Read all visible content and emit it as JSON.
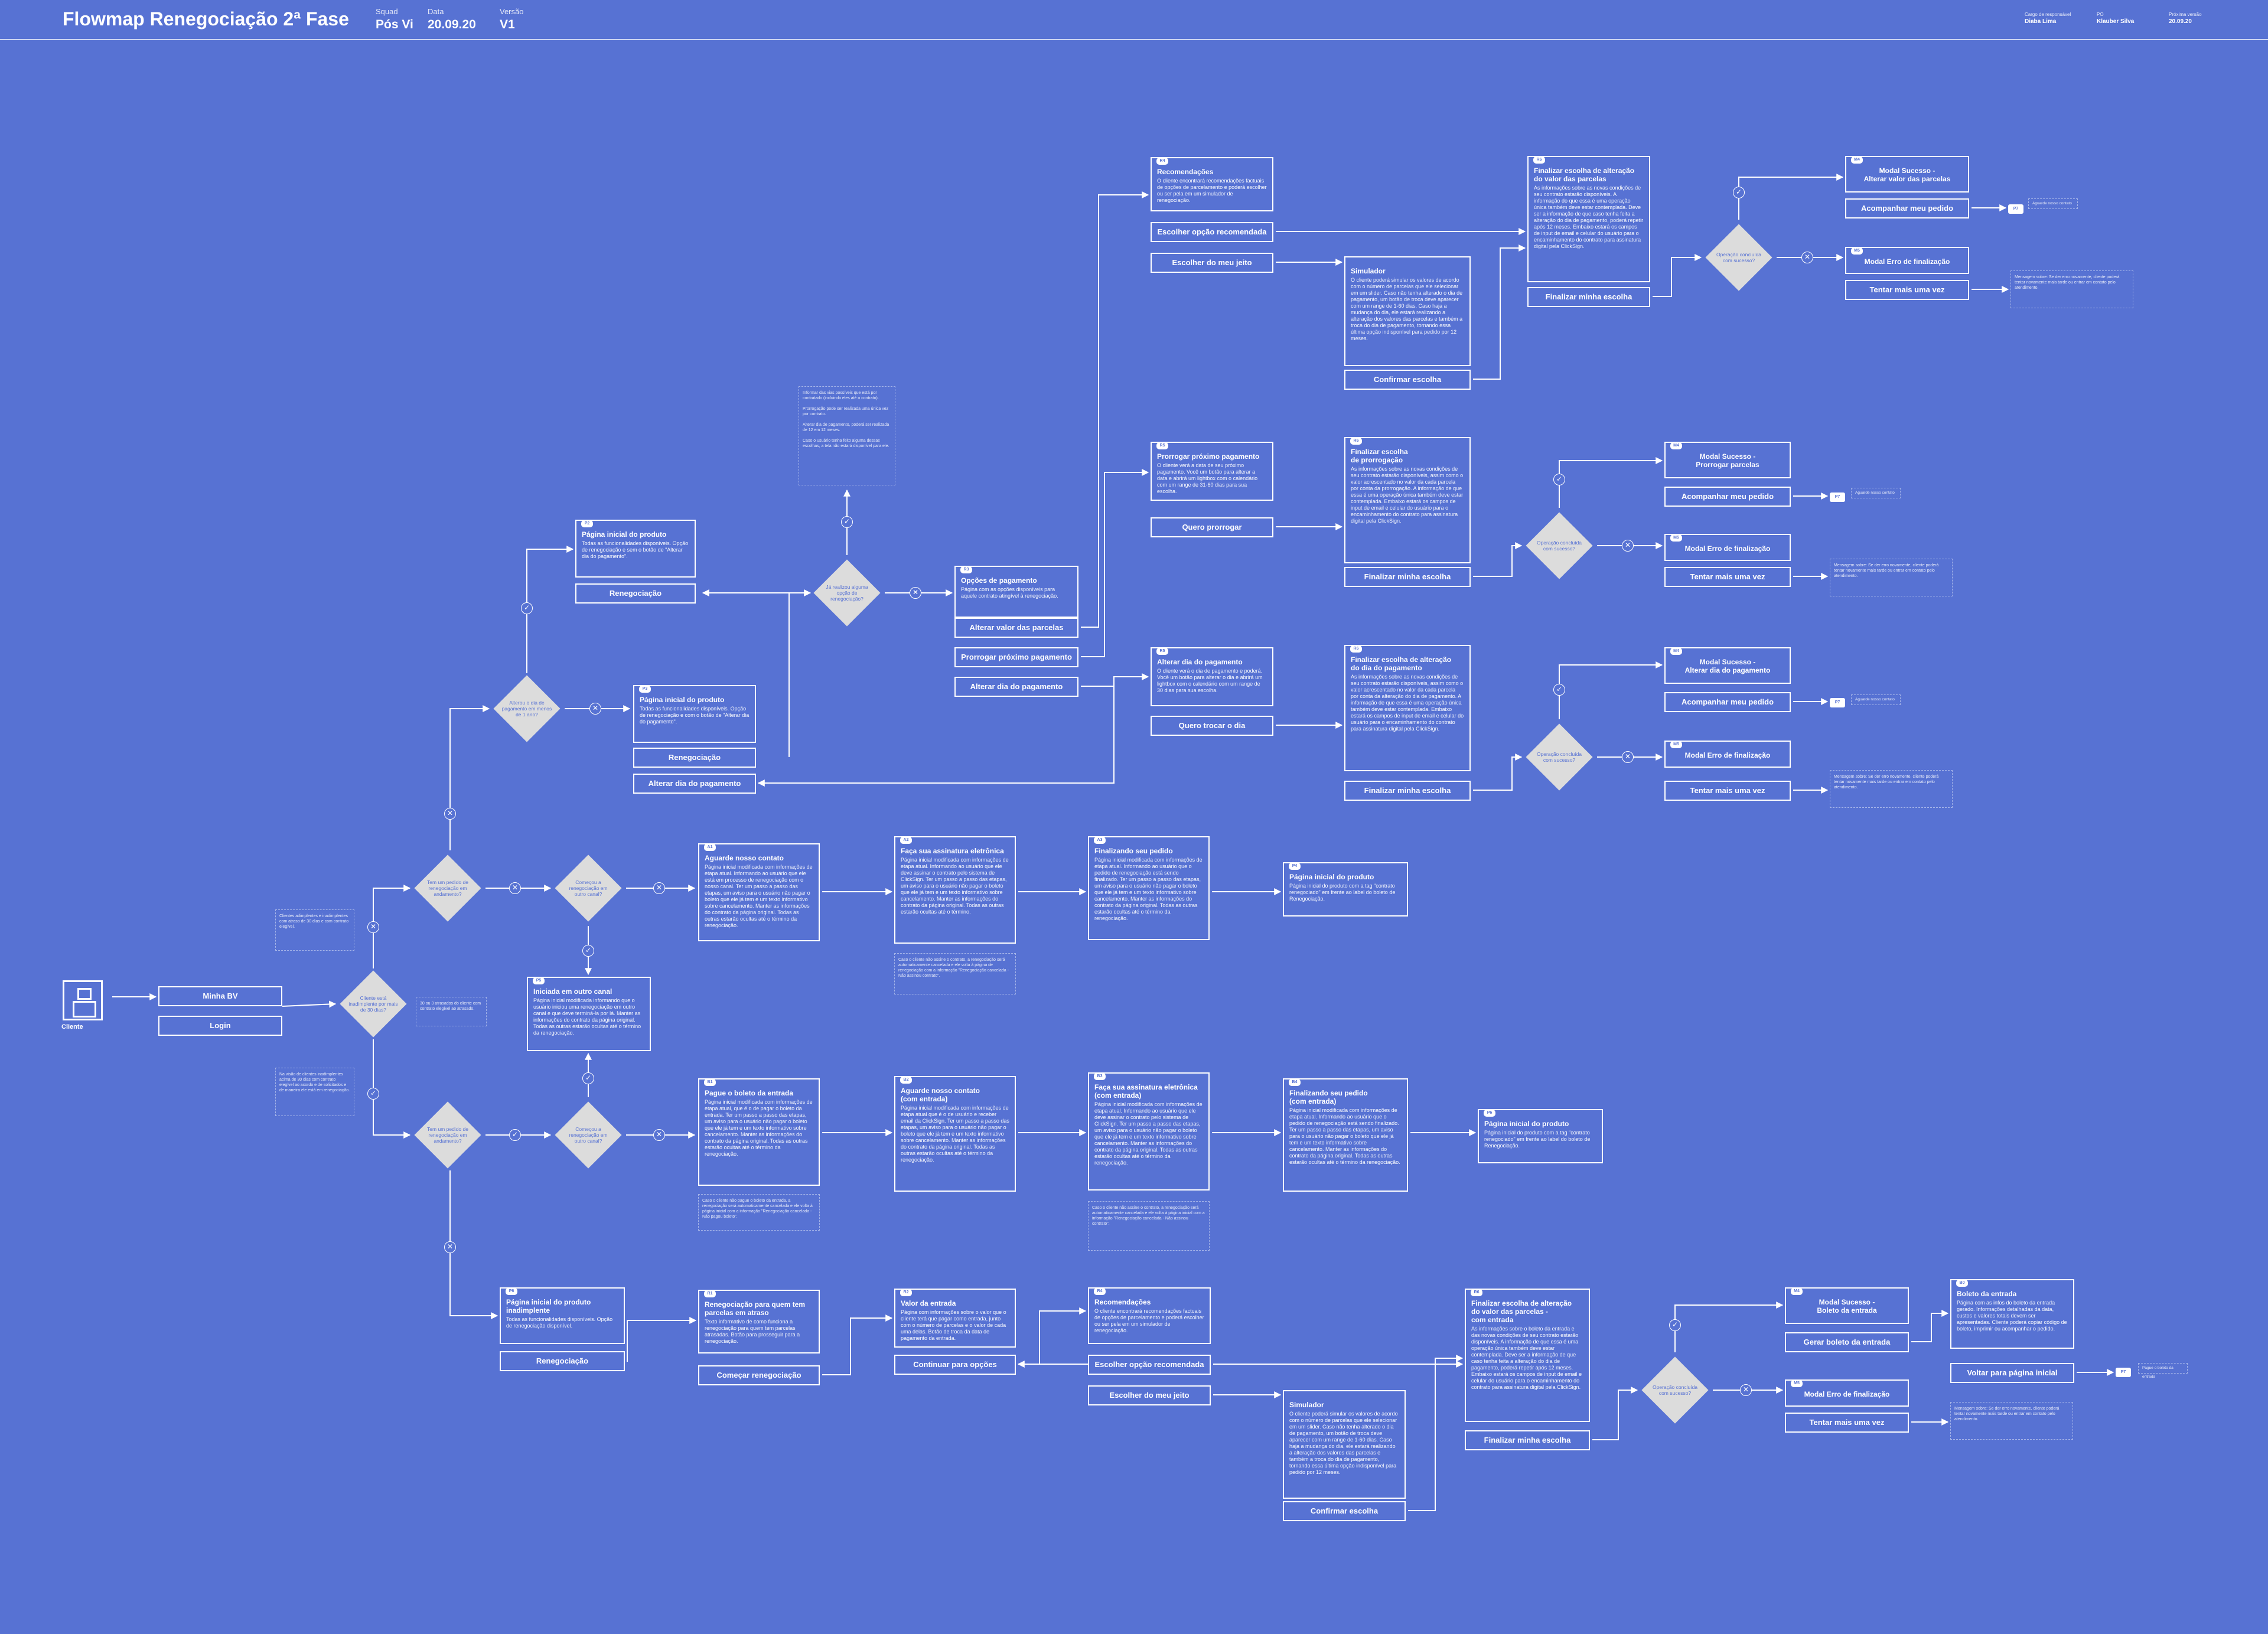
{
  "header": {
    "title": "Flowmap Renegociação 2ª Fase",
    "squad_label": "Squad",
    "squad_value": "Pós Vi",
    "date_label": "Data",
    "date_value": "20.09.20",
    "version_label": "Versão",
    "version_value": "V1",
    "responsavel_label": "Cargo de responsável",
    "responsavel_value": "Diaba Lima",
    "po_label": "PO",
    "po_value": "Klauber Silva",
    "revisao_label": "Próxima versão",
    "revisao_value": "20.09.20"
  },
  "client": {
    "label": "Cliente"
  },
  "marks": {
    "yes": "✓",
    "no": "✕"
  },
  "cards": [
    {
      "id": "recomendacoes_top",
      "tag": "R4",
      "title": "Recomendações",
      "body": "O cliente encontrará recomendações factuais de opções de parcelamento e poderá escolher ou ser pela em um simulador de renegociação."
    },
    {
      "id": "simulador_top",
      "tag": "",
      "title": "Simulador",
      "body": "O cliente poderá simular os valores de acordo com o número de parcelas que ele selecionar em um slider. Caso não tenha alterado o dia de pagamento, um botão de troca deve aparecer com um range de 1-60 dias. Caso haja a mudança do dia, ele estará realizando a alteração dos valores das parcelas e também a troca do dia de pagamento, tornando essa última opção indisponível para pedido por 12 meses."
    },
    {
      "id": "finalizar_valor_top",
      "tag": "R6",
      "title": "Finalizar escolha de alteração do valor das parcelas",
      "body": "As informações sobre as novas condições de seu contrato estarão disponíveis. A informação do que essa é uma operação única também deve estar contemplada. Deve ser a informação de que caso tenha feita a alteração do dia de pagamento, poderá repetir após 12 meses. Embaixo estará os campos de input de email e celular do usuário para o encaminhamento do contrato para assinatura digital pela ClickSign."
    },
    {
      "id": "modal_sucesso_valor",
      "tag": "M4",
      "title": "Modal Sucesso -\nAlterar valor das parcelas",
      "body": ""
    },
    {
      "id": "modal_erro_top",
      "tag": "M5",
      "title": "Modal Erro de finalização",
      "body": ""
    },
    {
      "id": "pagina_inicial_top",
      "tag": "P2",
      "title": "Página inicial do produto",
      "body": "Todas as funcionalidades disponíveis. Opção de renegociação e sem o botão de \"Alterar dia do pagamento\"."
    },
    {
      "id": "opcoes_pagamento",
      "tag": "R3",
      "title": "Opções de pagamento",
      "body": "Página com as opções disponíveis para aquele contrato atingível à renegociação."
    },
    {
      "id": "prorrogar",
      "tag": "R5",
      "title": "Prorrogar próximo pagamento",
      "body": "O cliente verá a data de seu próximo pagamento. Você um botão para alterar a data e abrirá um lightbox com o calendário com um range de 31-60 dias para sua escolha."
    },
    {
      "id": "finalizar_prorrogacao",
      "tag": "R6",
      "title": "Finalizar escolha\nde prorrogação",
      "body": "As informações sobre as novas condições de seu contrato estarão disponíveis, assim como o valor acrescentado no valor da cada parcela por conta da prorrogação. A informação de que essa é uma operação única também deve estar contemplada. Embaixo estará os campos de input de email e celular do usuário para o encaminhamento do contrato para assinatura digital pela ClickSign."
    },
    {
      "id": "modal_sucesso_prorrogar",
      "tag": "M4",
      "title": "Modal Sucesso -\nProrrogar parcelas",
      "body": ""
    },
    {
      "id": "modal_erro_prorrogar",
      "tag": "M5",
      "title": "Modal Erro de finalização",
      "body": ""
    },
    {
      "id": "pagina_inicial_mid",
      "tag": "P3",
      "title": "Página inicial do produto",
      "body": "Todas as funcionalidades disponíveis. Opção de renegociação e com o botão de \"Alterar dia do pagamento\"."
    },
    {
      "id": "alterar_dia",
      "tag": "R5",
      "title": "Alterar dia do pagamento",
      "body": "O cliente verá o dia de pagamento e poderá. Você um botão para alterar o dia e abrirá um lightbox com o calendário com um range de 30 dias para sua escolha."
    },
    {
      "id": "finalizar_dia",
      "tag": "R6",
      "title": "Finalizar escolha de alteração\ndo dia do pagamento",
      "body": "As informações sobre as novas condições de seu contrato estarão disponíveis, assim como o valor acrescentado no valor da cada parcela por conta da alteração do dia de pagamento. A informação de que essa é uma operação única também deve estar contemplada. Embaixo estará os campos de input de email e celular do usuário para o encaminhamento do contrato para assinatura digital pela ClickSign."
    },
    {
      "id": "modal_sucesso_dia",
      "tag": "M4",
      "title": "Modal Sucesso -\nAlterar dia do pagamento",
      "body": ""
    },
    {
      "id": "modal_erro_dia",
      "tag": "M5",
      "title": "Modal Erro de finalização",
      "body": ""
    },
    {
      "id": "aguarde_contato",
      "tag": "A1",
      "title": "Aguarde nosso contato",
      "body": "Página inicial modificada com informações de etapa atual. Informando ao usuário que ele está em processo de renegociação com o nosso canal. Ter um passo a passo das etapas, um aviso para o usuário não pagar o boleto que ele já tem e um texto informativo sobre cancelamento. Manter as informações do contrato da página original. Todas as outras estarão ocultas até o término da renegociação."
    },
    {
      "id": "assinatura",
      "tag": "A2",
      "title": "Faça sua assinatura eletrônica",
      "body": "Página inicial modificada com informações de etapa atual. Informando ao usuário que ele deve assinar o contrato pelo sistema de ClickSign. Ter um passo a passo das etapas, um aviso para o usuário não pagar o boleto que ele já tem e um texto informativo sobre cancelamento. Manter as informações do contrato da página original. Todas as outras estarão ocultas até o término."
    },
    {
      "id": "finalizando",
      "tag": "A3",
      "title": "Finalizando seu pedido",
      "body": "Página inicial modificada com informações de etapa atual. Informando ao usuário que o pedido de renegociação está sendo finalizado. Ter um passo a passo das etapas, um aviso para o usuário não pagar o boleto que ele já tem e um texto informativo sobre cancelamento. Manter as informações do contrato da página original. Todas as outras estarão ocultas até o término da renegociação."
    },
    {
      "id": "pagina_inicial_a",
      "tag": "P4",
      "title": "Página inicial do produto",
      "body": "Página inicial do produto com a tag \"contrato renegociado\" em frente ao label do boleto de Renegociação."
    },
    {
      "id": "outro_canal",
      "tag": "P5",
      "title": "Iniciada em outro canal",
      "body": "Página inicial modificada informando que o usuário iniciou uma renegociação em outro canal e que deve terminá-la por lá. Manter as informações do contrato da página original. Todas as outras estarão ocultas até o término da renegociação."
    },
    {
      "id": "pague_boleto",
      "tag": "B1",
      "title": "Pague o boleto da entrada",
      "body": "Página inicial modificada com informações de etapa atual, que é o de pagar o boleto da entrada. Ter um passo a passo das etapas, um aviso para o usuário não pagar o boleto que ele já tem e um texto informativo sobre cancelamento. Manter as informações do contrato da página original. Todas as outras estarão ocultas até o término da renegociação."
    },
    {
      "id": "aguarde_contato_entrada",
      "tag": "B2",
      "title": "Aguarde nosso contato\n(com entrada)",
      "body": "Página inicial modificada com informações de etapa atual que é o de usuário e receber email da ClickSign. Ter um passo a passo das etapas, um aviso para o usuário não pagar o boleto que ele já tem e um texto informativo sobre cancelamento. Manter as informações do contrato da página original. Todas as outras estarão ocultas até o término da renegociação."
    },
    {
      "id": "assinatura_entrada",
      "tag": "B3",
      "title": "Faça sua assinatura eletrônica\n(com entrada)",
      "body": "Página inicial modificada com informações de etapa atual. Informando ao usuário que ele deve assinar o contrato pelo sistema de ClickSign. Ter um passo a passo das etapas, um aviso para o usuário não pagar o boleto que ele já tem e um texto informativo sobre cancelamento. Manter as informações do contrato da página original. Todas as outras estarão ocultas até o término da renegociação."
    },
    {
      "id": "finalizando_entrada",
      "tag": "B4",
      "title": "Finalizando seu pedido\n(com entrada)",
      "body": "Página inicial modificada com informações de etapa atual. Informando ao usuário que o pedido de renegociação está sendo finalizado. Ter um passo a passo das etapas, um aviso para o usuário não pagar o boleto que ele já tem e um texto informativo sobre cancelamento. Manter as informações do contrato da página original. Todas as outras estarão ocultas até o término da renegociação."
    },
    {
      "id": "pagina_inicial_b",
      "tag": "P6",
      "title": "Página inicial do produto",
      "body": "Página inicial do produto com a tag \"contrato renegociado\" em frente ao label do boleto de Renegociação."
    },
    {
      "id": "inadimplente",
      "tag": "P6",
      "title": "Página inicial do produto\ninadimplente",
      "body": "Todas as funcionalidades disponíveis. Opção de renegociação disponível."
    },
    {
      "id": "atraso",
      "tag": "R1",
      "title": "Renegociação para quem tem\nparcelas em atraso",
      "body": "Texto informativo de como funciona a renegociação para quem tem parcelas atrasadas. Botão para prosseguir para a renegociação."
    },
    {
      "id": "valor_entrada",
      "tag": "R2",
      "title": "Valor da entrada",
      "body": "Página com informações sobre o valor que o cliente terá que pagar como entrada, junto com o número de parcelas e o valor de cada uma delas. Botão de troca da data de pagamento da entrada."
    },
    {
      "id": "recomendacoes_bottom",
      "tag": "R4",
      "title": "Recomendações",
      "body": "O cliente encontrará recomendações factuais de opções de parcelamento e poderá escolher ou ser pela em um simulador de renegociação."
    },
    {
      "id": "simulador_bottom",
      "tag": "",
      "title": "Simulador",
      "body": "O cliente poderá simular os valores de acordo com o número de parcelas que ele selecionar em um slider. Caso não tenha alterado o dia de pagamento, um botão de troca deve aparecer com um range de 1-60 dias. Caso haja a mudança do dia, ele estará realizando a alteração dos valores das parcelas e também a troca do dia de pagamento, tornando essa última opção indisponível para pedido por 12 meses."
    },
    {
      "id": "finalizar_valor_bottom",
      "tag": "R6",
      "title": "Finalizar escolha de alteração\ndo valor das parcelas -\ncom entrada",
      "body": "As informações sobre o boleto da entrada e das novas condições de seu contrato estarão disponíveis. A informação de que essa é uma operação única também deve estar contemplada. Deve ser a informação de que caso tenha feita a alteração do dia de pagamento, poderá repetir após 12 meses. Embaixo estará os campos de input de email e celular do usuário para o encaminhamento do contrato para assinatura digital pela ClickSign."
    },
    {
      "id": "modal_sucesso_boleto",
      "tag": "M4",
      "title": "Modal Sucesso -\nBoleto da entrada",
      "body": ""
    },
    {
      "id": "modal_erro_bottom",
      "tag": "M5",
      "title": "Modal Erro de finalização",
      "body": ""
    },
    {
      "id": "boleto_entrada",
      "tag": "B0",
      "title": "Boleto da entrada",
      "body": "Página com as infos do boleto da entrada gerado. Informações detalhadas da data, custos e valores totais devem ser apresentadas. Cliente poderá copiar código de boleto, imprimir ou acompanhar o pedido."
    }
  ],
  "buttons": [
    {
      "id": "b_escolher_rec_top",
      "label": "Escolher opção recomendada"
    },
    {
      "id": "b_escolher_jeito_top",
      "label": "Escolher do meu jeito"
    },
    {
      "id": "b_confirmar_top",
      "label": "Confirmar escolha"
    },
    {
      "id": "b_finalizar_valor_top",
      "label": "Finalizar minha escolha"
    },
    {
      "id": "b_acompanhar_valor",
      "label": "Acompanhar meu pedido"
    },
    {
      "id": "b_tentar_top",
      "label": "Tentar mais uma vez"
    },
    {
      "id": "b_reneg_top",
      "label": "Renegociação"
    },
    {
      "id": "b_alterar_valor",
      "label": "Alterar valor das parcelas"
    },
    {
      "id": "b_prorrogar_prox",
      "label": "Prorrogar próximo pagamento"
    },
    {
      "id": "b_alterar_dia_op",
      "label": "Alterar dia do pagamento"
    },
    {
      "id": "b_quero_prorrogar",
      "label": "Quero prorrogar"
    },
    {
      "id": "b_finalizar_prorrog",
      "label": "Finalizar minha escolha"
    },
    {
      "id": "b_acompanhar_prorrog",
      "label": "Acompanhar meu pedido"
    },
    {
      "id": "b_tentar_prorrog",
      "label": "Tentar mais uma vez"
    },
    {
      "id": "b_reneg_mid",
      "label": "Renegociação"
    },
    {
      "id": "b_alterar_dia_mid",
      "label": "Alterar dia do pagamento"
    },
    {
      "id": "b_quero_trocar",
      "label": "Quero trocar o dia"
    },
    {
      "id": "b_finalizar_dia",
      "label": "Finalizar minha escolha"
    },
    {
      "id": "b_acompanhar_dia",
      "label": "Acompanhar meu pedido"
    },
    {
      "id": "b_tentar_dia",
      "label": "Tentar mais uma vez"
    },
    {
      "id": "b_minha_bv",
      "label": "Minha BV"
    },
    {
      "id": "b_login",
      "label": "Login"
    },
    {
      "id": "b_reneg_inad",
      "label": "Renegociação"
    },
    {
      "id": "b_comecar",
      "label": "Começar renegociação"
    },
    {
      "id": "b_continuar",
      "label": "Continuar para opções"
    },
    {
      "id": "b_escolher_rec_bottom",
      "label": "Escolher opção recomendada"
    },
    {
      "id": "b_escolher_jeito_bottom",
      "label": "Escolher do meu jeito"
    },
    {
      "id": "b_confirmar_bottom",
      "label": "Confirmar escolha"
    },
    {
      "id": "b_finalizar_bottom",
      "label": "Finalizar minha escolha"
    },
    {
      "id": "b_gerar_boleto",
      "label": "Gerar boleto da entrada"
    },
    {
      "id": "b_tentar_bottom",
      "label": "Tentar mais uma vez"
    },
    {
      "id": "b_voltar",
      "label": "Voltar para página inicial"
    }
  ],
  "decisions": [
    {
      "id": "d_30dias",
      "text": "Cliente está inadimplente por mais de 30 dias?"
    },
    {
      "id": "d_pedido_top",
      "text": "Tem um pedido de renegociação em andamento?"
    },
    {
      "id": "d_canal_top",
      "text": "Começou a renegociação em outro canal?"
    },
    {
      "id": "d_pedido_bottom",
      "text": "Tem um pedido de renegociação em andamento?"
    },
    {
      "id": "d_canal_bottom",
      "text": "Começou a renegociação em outro canal?"
    },
    {
      "id": "d_alterou_dia",
      "text": "Alterou o dia de pagamento em menos de 1 ano?"
    },
    {
      "id": "d_ja_realizou",
      "text": "Já realizou alguma opção de renegociação?"
    },
    {
      "id": "d_op_top",
      "text": "Operação concluída com sucesso?"
    },
    {
      "id": "d_op_prorrog",
      "text": "Operação concluída com sucesso?"
    },
    {
      "id": "d_op_dia",
      "text": "Operação concluída com sucesso?"
    },
    {
      "id": "d_op_bottom",
      "text": "Operação concluída com sucesso?"
    }
  ],
  "notes": [
    {
      "id": "n_ja_realizou",
      "text": "Informar das vias possíveis que está por contratado (incluindo eles até o contrato).\n\nProrrogação pode ser realizada uma única vez por contrato.\n\nAlterar dia de pagamento, poderá ser realizada de 12 em 12 meses.\n\nCaso o usuário tenha feito alguma dessas escolhas, a tela não estará disponível para ele."
    },
    {
      "id": "n_30dias_top",
      "text": "Clientes adimplentes e inadimplentes com atraso de 30 dias e com contrato elegível."
    },
    {
      "id": "n_30dias_right",
      "text": "30 ou 3 atrasados do cliente com contrato elegível ao atrasado."
    },
    {
      "id": "n_30dias_bottom",
      "text": "Na visão de clientes inadimplentes acima de 30 dias com contrato elegível ao acordo e de solicitados e de maneira ele está em renegociação."
    },
    {
      "id": "n_assinatura",
      "text": "Caso o cliente não assine o contrato, a renegociação será automaticamente cancelada e ele volta à página de renegociação com a informação \"Renegociação cancelada - Não assinou contrato\"."
    },
    {
      "id": "n_boleto",
      "text": "Caso o cliente não pague o boleto da entrada, a renegociação será automaticamente cancelada e ele volta à página inicial com a informação \"Renegociação cancelada - Não pagou boleto\"."
    },
    {
      "id": "n_assinatura_entrada",
      "text": "Caso o cliente não assine o contrato, a renegociação será automaticamente cancelada e ele volta à página inicial com a informação \"Renegociação cancelada - Não assinou contrato\"."
    },
    {
      "id": "n_erro_top",
      "text": "Mensagem sobre: Se der erro novamente, cliente poderá tentar novamente mais tarde ou entrar em contato pelo atendimento."
    },
    {
      "id": "n_erro_prorrog",
      "text": "Mensagem sobre: Se der erro novamente, cliente poderá tentar novamente mais tarde ou entrar em contato pelo atendimento."
    },
    {
      "id": "n_erro_dia",
      "text": "Mensagem sobre: Se der erro novamente, cliente poderá tentar novamente mais tarde ou entrar em contato pelo atendimento."
    },
    {
      "id": "n_erro_bottom",
      "text": "Mensagem sobre: Se der erro novamente, cliente poderá tentar novamente mais tarde ou entrar em contato pelo atendimento."
    }
  ],
  "pills": [
    {
      "id": "p_top",
      "label": "P7",
      "stub": "Aguarde nosso contato"
    },
    {
      "id": "p_prorrog",
      "label": "P7",
      "stub": "Aguarde nosso contato"
    },
    {
      "id": "p_dia",
      "label": "P7",
      "stub": "Aguarde nosso contato"
    },
    {
      "id": "p_bottom",
      "label": "P7",
      "stub": "Pague o boleto da entrada"
    }
  ]
}
